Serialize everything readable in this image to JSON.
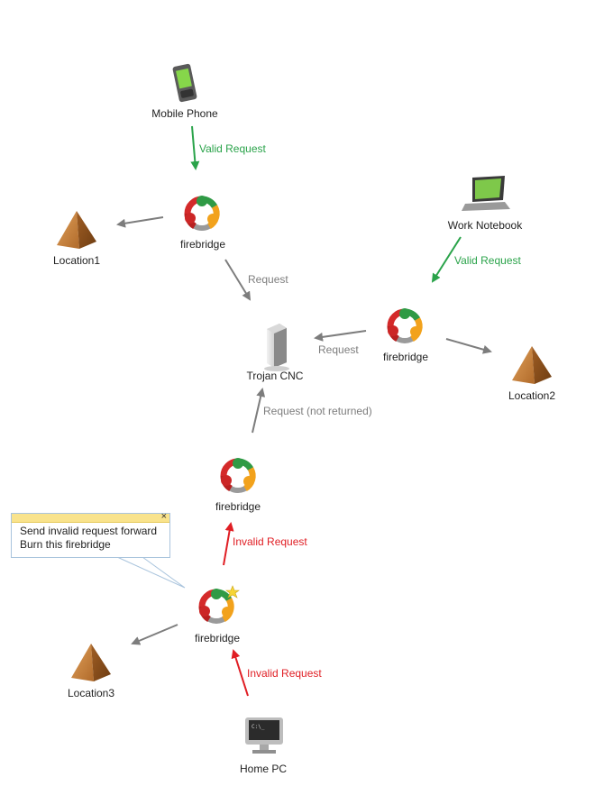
{
  "nodes": {
    "mobile_phone": "Mobile Phone",
    "work_notebook": "Work Notebook",
    "firebridge_top": "firebridge",
    "firebridge_right": "firebridge",
    "firebridge_middle": "firebridge",
    "firebridge_bottom": "firebridge",
    "trojan_cnc": "Trojan CNC",
    "location1": "Location1",
    "location2": "Location2",
    "location3": "Location3",
    "home_pc": "Home PC"
  },
  "edges": {
    "valid_request_1": "Valid Request",
    "valid_request_2": "Valid Request",
    "request_1": "Request",
    "request_2": "Request",
    "request_not_returned": "Request (not returned)",
    "invalid_request_1": "Invalid Request",
    "invalid_request_2": "Invalid Request"
  },
  "callout": {
    "line1": "Send invalid request forward",
    "line2": "Burn this firebridge",
    "close": "×"
  },
  "colors": {
    "valid": "#2aa34a",
    "invalid": "#e01e24",
    "neutral": "#7d7d7d",
    "pyramid": "#c8853f"
  }
}
